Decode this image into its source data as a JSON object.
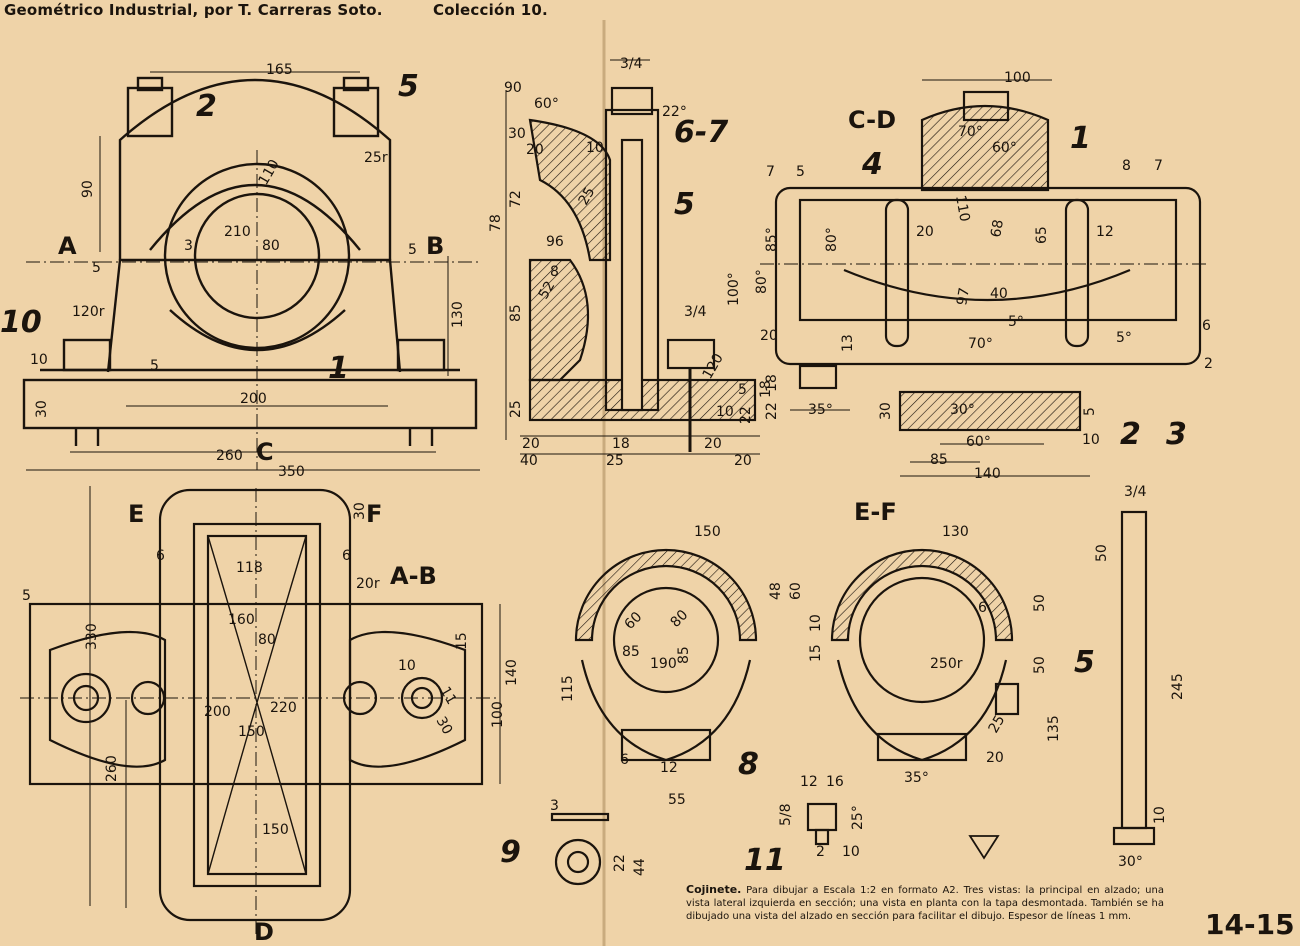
{
  "header": {
    "left": "Geométrico Industrial, por T. Carreras Soto.",
    "right": "Colección 10."
  },
  "caption": {
    "title": "Cojinete.",
    "body": "Para dibujar a Escala 1:2 en formato A2. Tres vistas: la principal en alzado; una vista lateral izquierda en sección; una vista en planta con la tapa desmontada. También se ha dibujado una vista del alzado en sección para facilitar el dibujo. Espesor de líneas 1 mm."
  },
  "page_number": "14-15",
  "section_labels": {
    "A": "A",
    "B": "B",
    "C": "C",
    "D": "D",
    "E": "E",
    "F": "F",
    "CD": "C-D",
    "AB": "A-B",
    "EF": "E-F"
  },
  "part_numbers": {
    "p1": "1",
    "p2": "2",
    "p3": "3",
    "p4": "4",
    "p5": "5",
    "p67": "6-7",
    "p8": "8",
    "p9": "9",
    "p10": "10",
    "p11": "11"
  },
  "front_view_dims": {
    "d165": "165",
    "d90": "90",
    "d110": "110",
    "d25r": "25r",
    "d210": "210",
    "d80": "80",
    "d3": "3",
    "d5a": "5",
    "d5b": "5",
    "d120r": "120r",
    "d130": "130",
    "d10": "10",
    "d5c": "5",
    "d30": "30",
    "d200": "200",
    "d260": "260",
    "d350": "350"
  },
  "side_view_dims": {
    "d90": "90",
    "d60": "60°",
    "d30": "30",
    "d20": "20",
    "d34": "3/4",
    "d22": "22°",
    "d10": "10",
    "d25": "25",
    "d72": "72",
    "d78": "78",
    "d96": "96",
    "d52": "52",
    "d8": "8",
    "d85": "85",
    "d25b": "25",
    "d20b": "20",
    "d40": "40",
    "d18": "18",
    "d25c": "25",
    "d34b": "3/4",
    "d22b": "22",
    "d18b": "18",
    "d20c": "20",
    "d5": "5",
    "d20d": "20",
    "d10b": "10",
    "d120": "120"
  },
  "cd_view_dims": {
    "d100": "100",
    "d70": "70°",
    "d60": "60°",
    "d7": "7",
    "d5": "5",
    "d8": "8",
    "d7b": "7",
    "d110": "110",
    "d80": "80°",
    "d20": "20",
    "d68": "68",
    "d65": "65",
    "d12": "12",
    "d85": "85°",
    "d100b": "100°",
    "d80b": "80°",
    "d97": "97",
    "d40": "40",
    "d5b": "5°",
    "d20b": "20",
    "d13": "13",
    "d70b": "70°",
    "d5c": "5°",
    "d6": "6",
    "d2": "2",
    "d18": "18",
    "d22": "22",
    "d35": "35°",
    "d30": "30",
    "d30b": "30°",
    "d60b": "60°",
    "d10": "10",
    "d85b": "85",
    "d140": "140",
    "d5d": "5"
  },
  "plan_view_dims": {
    "d6": "6",
    "d30": "30",
    "d6b": "6",
    "d118": "118",
    "d20r": "20r",
    "d330": "330",
    "d160": "160",
    "d80": "80",
    "d15": "15",
    "d140": "140",
    "d10": "10",
    "d11": "11",
    "d30b": "30",
    "d100": "100",
    "d200": "200",
    "d220": "220",
    "d150": "150",
    "d260": "260",
    "d150b": "150",
    "d5": "5"
  },
  "ab_view_dims": {
    "d150": "150",
    "d48": "48",
    "d60": "60",
    "d60b": "60",
    "d80": "80",
    "d85": "85",
    "d190": "190",
    "d85b": "85",
    "d115": "115",
    "d6": "6",
    "d12": "12",
    "d55": "55"
  },
  "ef_view_dims": {
    "d130": "130",
    "d6": "6",
    "d50": "50",
    "d10": "10",
    "d15": "15",
    "d250r": "250r",
    "d50b": "50",
    "d135": "135",
    "d20": "20",
    "d35": "35°",
    "d25": "25"
  },
  "bolt_dims": {
    "d34": "3/4",
    "d50": "50",
    "d245": "245",
    "d10": "10",
    "d30": "30°"
  },
  "washer_dims": {
    "d3": "3",
    "d22": "22",
    "d44": "44"
  },
  "nut_dims": {
    "d12": "12",
    "d16": "16",
    "d58": "5/8",
    "d25": "25°",
    "d2": "2",
    "d10": "10"
  },
  "colors": {
    "paper": "#efd3a8",
    "ink": "#1b140d"
  }
}
